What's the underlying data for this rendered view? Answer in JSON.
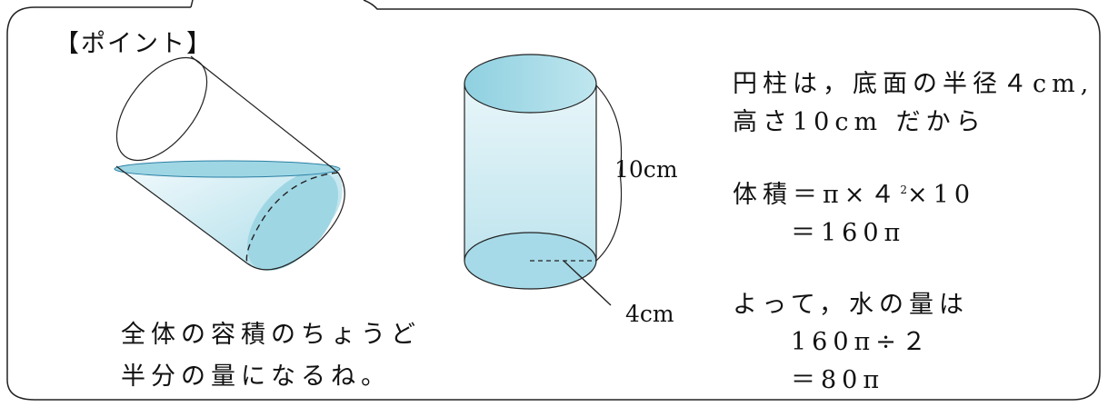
{
  "heading": "【ポイント】",
  "left_caption": {
    "line1": "全体の容積のちょうど",
    "line2": "半分の量になるね。"
  },
  "cylinder_labels": {
    "height": "10cm",
    "radius": "4cm"
  },
  "explanation": {
    "line1": "円柱は，底面の半径４cm,",
    "line2": "高さ10cm だから",
    "volume_prefix": "体積＝π×４",
    "volume_exponent": "2",
    "volume_suffix": "×10",
    "volume_result": "＝160π",
    "water_intro": "よって，水の量は",
    "water_expr": "160π÷２",
    "water_result": "＝80π"
  },
  "colors": {
    "water_fill": "#a9dbe8",
    "cylinder_fill": "#d9eff5",
    "stroke": "#222222"
  }
}
